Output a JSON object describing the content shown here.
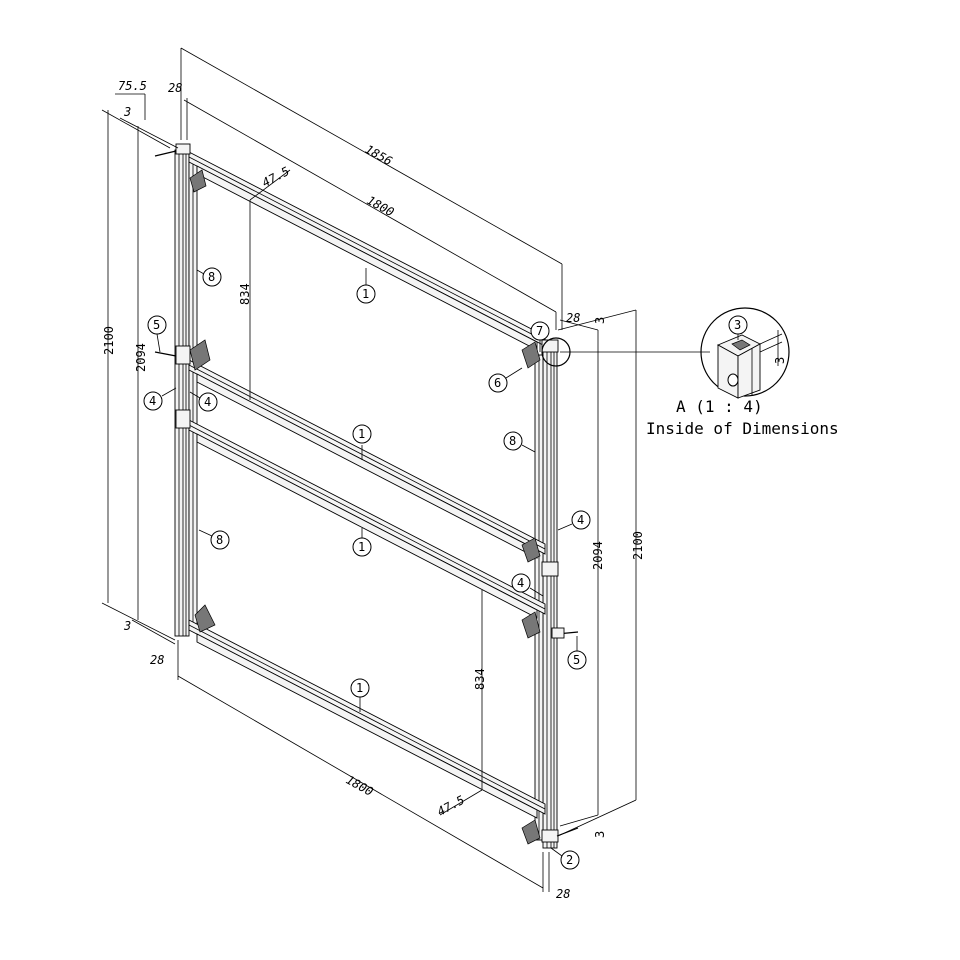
{
  "dimensions": {
    "d_75_5": "75.5",
    "d_3_top_left": "3",
    "d_28_top_left": "28",
    "d_1856": "1856",
    "d_1800_top": "1800",
    "d_47_5_top": "47.5",
    "d_834_top": "834",
    "d_2100_left": "2100",
    "d_2094_left": "2094",
    "d_3_bottom_left": "3",
    "d_28_bottom_left": "28",
    "d_1800_bottom": "1800",
    "d_47_5_bottom": "47.5",
    "d_834_bottom": "834",
    "d_28_top_right": "28",
    "d_3_top_right": "3",
    "d_2094_right": "2094",
    "d_2100_right": "2100",
    "d_3_bottom_right": "3",
    "d_28_bottom_right": "28",
    "d_3_detail": "3"
  },
  "balloons": {
    "b1_top": "1",
    "b1_mid_upper": "1",
    "b1_mid_lower": "1",
    "b1_bottom": "1",
    "b2": "2",
    "b3": "3",
    "b4_left_outer": "4",
    "b4_left_inner": "4",
    "b4_right_upper": "4",
    "b4_right_lower": "4",
    "b5_left": "5",
    "b5_right": "5",
    "b6": "6",
    "b7": "7",
    "b8_top_left": "8",
    "b8_right": "8",
    "b8_bottom_left": "8"
  },
  "detail": {
    "title": "A (1 : 4)",
    "subtitle": "Inside of Dimensions"
  }
}
